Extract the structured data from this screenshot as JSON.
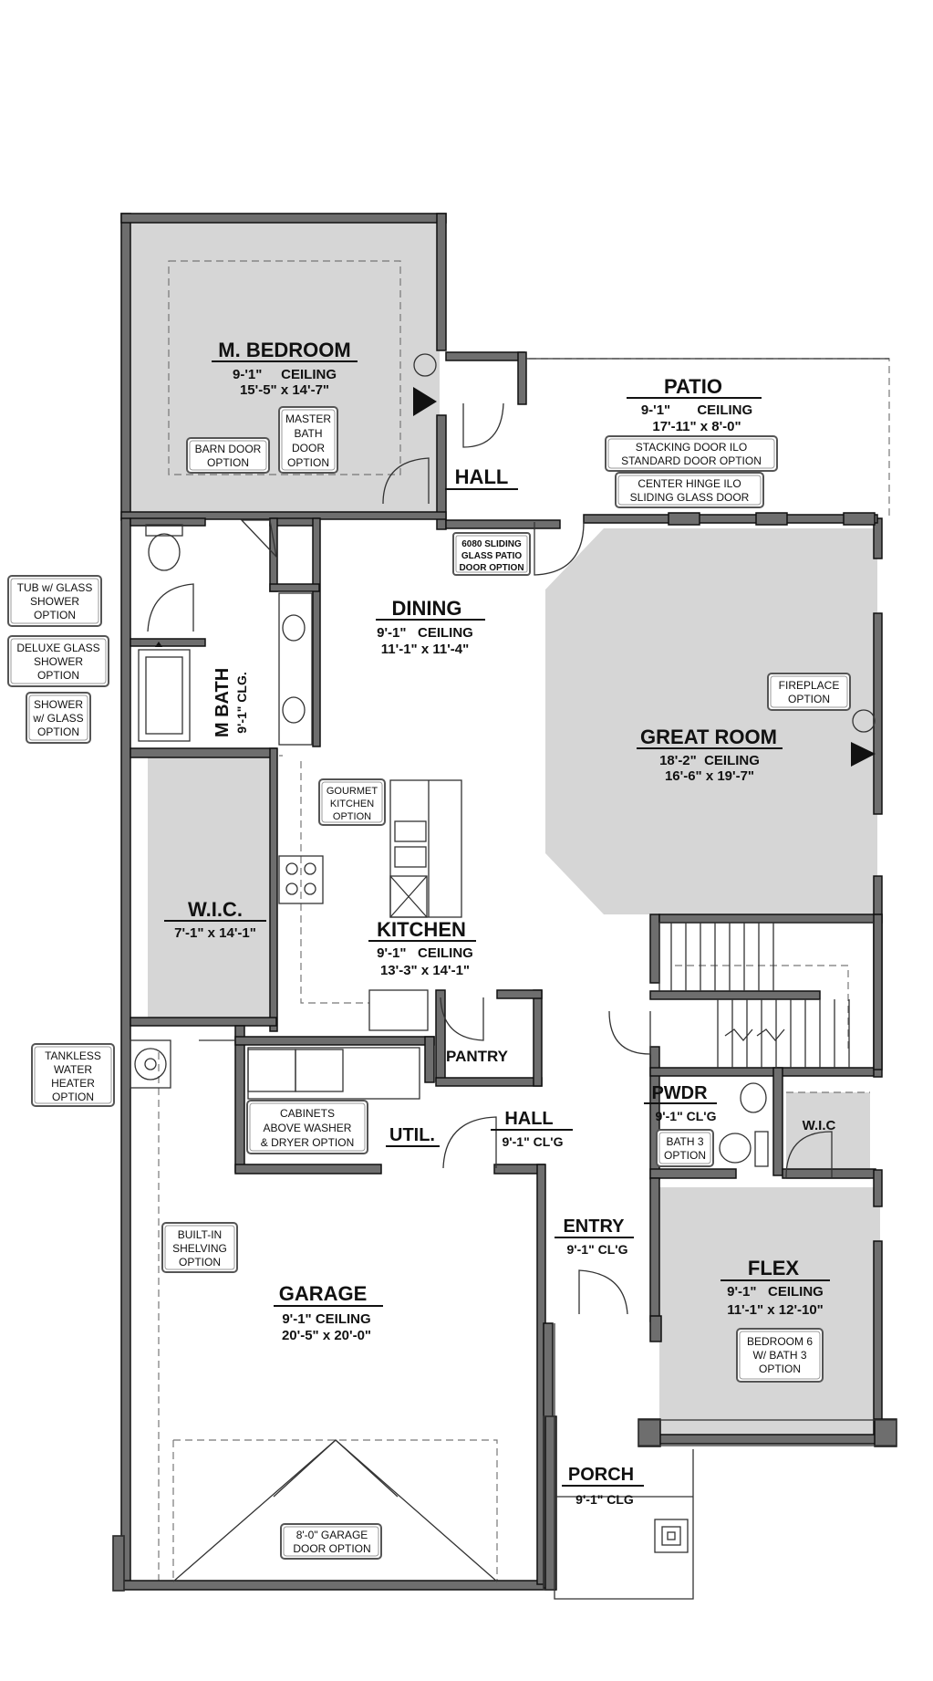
{
  "rooms": {
    "master_bedroom": {
      "name": "M. BEDROOM",
      "ceiling": "9-'1\"     CEILING",
      "size": "15'-5\" x 14'-7\""
    },
    "patio": {
      "name": "PATIO",
      "ceiling": "9-'1\"       CEILING",
      "size": "17'-11\" x 8'-0\""
    },
    "hall_upper": {
      "name": "HALL"
    },
    "dining": {
      "name": "DINING",
      "ceiling": "9'-1\"   CEILING",
      "size": "11'-1\" x 11'-4\""
    },
    "great_room": {
      "name": "GREAT ROOM",
      "ceiling": "18'-2\"  CEILING",
      "size": "16'-6\" x 19'-7\""
    },
    "m_bath": {
      "name": "M BATH",
      "ceiling": "9'-1\" CLG."
    },
    "wic_master": {
      "name": "W.I.C.",
      "size": "7'-1\" x 14'-1\""
    },
    "kitchen": {
      "name": "KITCHEN",
      "ceiling": "9'-1\"   CEILING",
      "size": "13'-3\" x 14'-1\""
    },
    "pantry": {
      "name": "PANTRY"
    },
    "pwdr": {
      "name": "PWDR",
      "ceiling": "9'-1\" CL'G"
    },
    "wic_flex": {
      "name": "W.I.C"
    },
    "util": {
      "name": "UTIL."
    },
    "hall_lower": {
      "name": "HALL",
      "ceiling": "9'-1\" CL'G"
    },
    "entry": {
      "name": "ENTRY",
      "ceiling": "9'-1\" CL'G"
    },
    "flex": {
      "name": "FLEX",
      "ceiling": "9'-1\"   CEILING",
      "size": "11'-1\" x 12'-10\""
    },
    "garage": {
      "name": "GARAGE",
      "ceiling": "9'-1\" CEILING",
      "size": "20'-5\" x 20'-0\""
    },
    "porch": {
      "name": "PORCH",
      "ceiling": "9'-1\" CLG"
    }
  },
  "options": {
    "master_bath_door": [
      "MASTER",
      "BATH",
      "DOOR",
      "OPTION"
    ],
    "barn_door": [
      "BARN DOOR",
      "OPTION"
    ],
    "stacking_door": [
      "STACKING DOOR ILO",
      "STANDARD DOOR OPTION"
    ],
    "center_hinge": [
      "CENTER HINGE ILO",
      "SLIDING GLASS DOOR"
    ],
    "sliding_patio": [
      "6080 SLIDING",
      "GLASS PATIO",
      "DOOR OPTION"
    ],
    "tub_glass": [
      "TUB w/ GLASS",
      "SHOWER",
      "OPTION"
    ],
    "deluxe_glass": [
      "DELUXE GLASS",
      "SHOWER",
      "OPTION"
    ],
    "shower_glass": [
      "SHOWER",
      "w/ GLASS",
      "OPTION"
    ],
    "fireplace": [
      "FIREPLACE",
      "OPTION"
    ],
    "gourmet_kitchen": [
      "GOURMET",
      "KITCHEN",
      "OPTION"
    ],
    "tankless": [
      "TANKLESS",
      "WATER",
      "HEATER",
      "OPTION"
    ],
    "cabinets_washer": [
      "CABINETS",
      "ABOVE WASHER",
      "& DRYER OPTION"
    ],
    "bath3": [
      "BATH 3",
      "OPTION"
    ],
    "built_in_shelving": [
      "BUILT-IN",
      "SHELVING",
      "OPTION"
    ],
    "bedroom6": [
      "BEDROOM 6",
      "W/ BATH 3",
      "OPTION"
    ],
    "garage_door": [
      "8'-0\" GARAGE",
      "DOOR OPTION"
    ]
  },
  "colors": {
    "wall": "#6e6e6e",
    "shaded_room": "#d6d6d6",
    "line": "#333333"
  }
}
